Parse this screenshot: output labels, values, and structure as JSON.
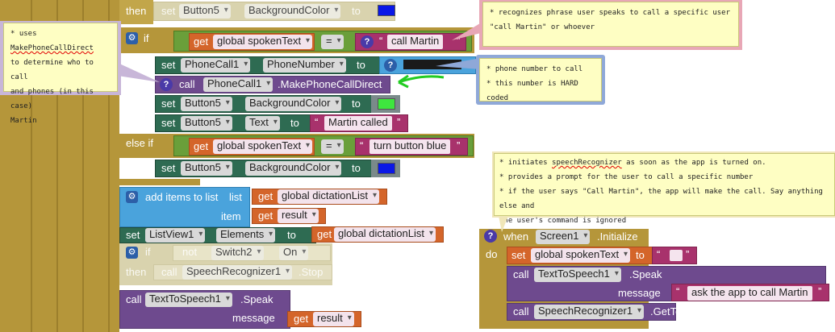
{
  "workspace": {
    "top_block": {
      "then": "then",
      "set": "set",
      "component": "Button5",
      "property": "BackgroundColor",
      "to": "to",
      "color": "#0a18e6"
    },
    "if_block": {
      "if": "if",
      "get": "get",
      "var": "global spokenText",
      "op": "=",
      "str": "call Martin",
      "then": "then",
      "set1": {
        "set": "set",
        "component": "PhoneCall1",
        "property": "PhoneNumber",
        "to": "to"
      },
      "call1": {
        "call": "call",
        "component": "PhoneCall1",
        "method": ".MakePhoneCallDirect"
      },
      "set2": {
        "set": "set",
        "component": "Button5",
        "property": "BackgroundColor",
        "to": "to",
        "color": "#3ee63e"
      },
      "set3": {
        "set": "set",
        "component": "Button5",
        "property": "Text",
        "to": "to",
        "str": "Martin called"
      },
      "elseif": "else if",
      "get2": {
        "get": "get",
        "var": "global spokenText",
        "op": "=",
        "str": "turn button blue"
      },
      "then2": "then",
      "set4": {
        "set": "set",
        "component": "Button5",
        "property": "BackgroundColor",
        "to": "to",
        "color": "#0a18e6"
      }
    },
    "add_items": {
      "label": "add items to list",
      "list": "list",
      "get": "get",
      "listvar": "global dictationList",
      "item": "item",
      "itemvar": "result"
    },
    "set_elements": {
      "set": "set",
      "component": "ListView1",
      "property": "Elements",
      "to": "to",
      "get": "get",
      "var": "global dictationList"
    },
    "disabled_if": {
      "if": "if",
      "not": "not",
      "component": "Switch2",
      "property": "On",
      "then": "then",
      "call": "call",
      "target": "SpeechRecognizer1",
      "method": ".Stop"
    },
    "call_speak": {
      "call": "call",
      "component": "TextToSpeech1",
      "method": ".Speak",
      "message": "message",
      "get": "get",
      "var": "result"
    },
    "initialize": {
      "when": "when",
      "component": "Screen1",
      "event": ".Initialize",
      "do": "do",
      "set": "set",
      "var": "global spokenText",
      "to": "to",
      "call1": "call",
      "tts": "TextToSpeech1",
      "speak": ".Speak",
      "message": "message",
      "msg": "ask the app to call Martin",
      "call2": "call",
      "sr": "SpeechRecognizer1",
      "gettext": ".GetText"
    }
  },
  "notes": {
    "left": {
      "line1a": "* uses ",
      "line1b": "MakePhoneCallDirect",
      "line2": "to determine who to call",
      "line3": "and phones (in this case)",
      "line4": "Martin"
    },
    "top_right": {
      "line1": "* recognizes phrase user speaks to call a specific user",
      "line2": "\"call Martin\" or whoever"
    },
    "phone": {
      "line1": "*  phone number to call",
      "line2": "* this number is HARD coded"
    },
    "init": {
      "line1a": "* initiates ",
      "line1b": "speechRecognizer",
      "line1c": " as soon as the app is turned on.",
      "line2": "* provides a prompt for the user to call a specific number",
      "line3": "* if the user says \"Call Martin\", the app will make the call.  Say anything else and",
      "line4": "the user's command is ignored"
    }
  },
  "colors": {
    "control": "#b5963a",
    "component_green": "#2e6b52",
    "variable_orange": "#d4652a",
    "text_magenta": "#a8326c",
    "procedure_purple": "#6e4a8e",
    "list_blue": "#4aa3dc",
    "comment_yellow": "#fefec3"
  }
}
